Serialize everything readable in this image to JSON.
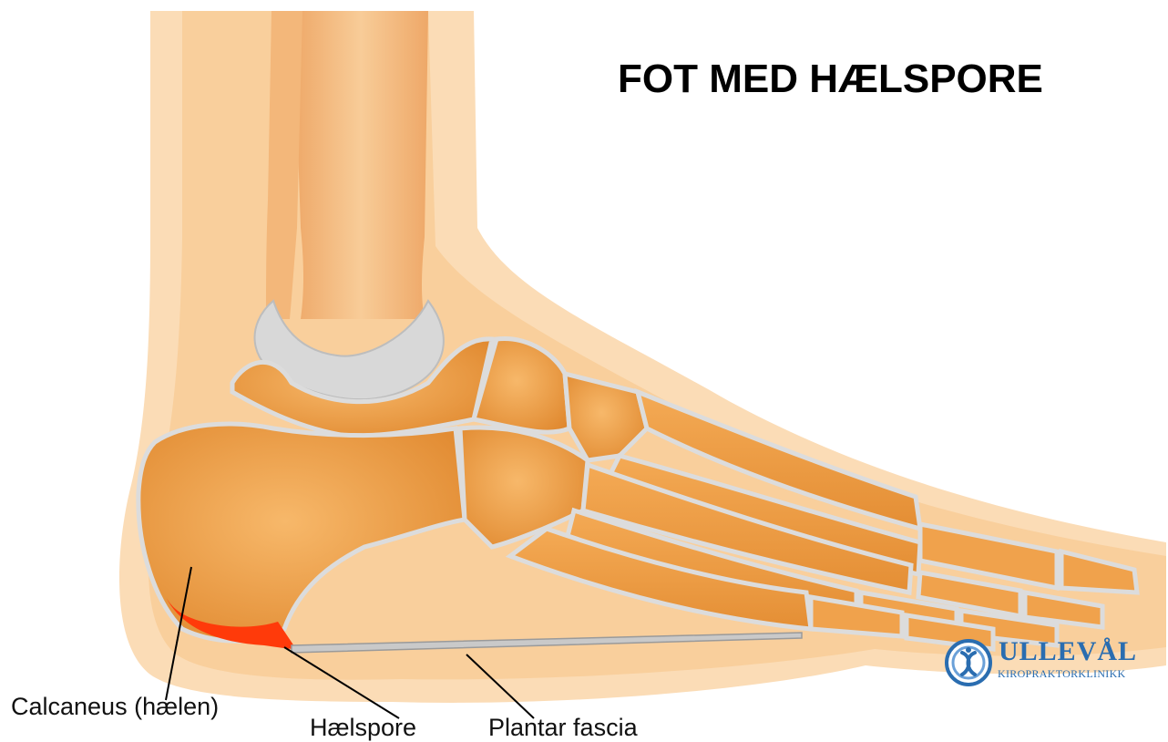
{
  "title": "FOT MED HÆLSPORE",
  "labels": {
    "calcaneus": "Calcaneus (hælen)",
    "heel_spur": "Hælspore",
    "plantar_fascia": "Plantar fascia"
  },
  "logo": {
    "name": "ULLEVÅL",
    "subtitle": "KIROPRAKTORKLINIKK",
    "emblem_icon": "spine-figure-emblem-icon"
  },
  "colors": {
    "skin_outer": "#fbd9b0",
    "skin_inner": "#f8c48e",
    "bone": "#f2a04a",
    "bone_dark": "#e08830",
    "cartilage": "#d9d9d9",
    "heel_spur": "#ff3a0a",
    "logo_blue": "#2a6db0"
  }
}
